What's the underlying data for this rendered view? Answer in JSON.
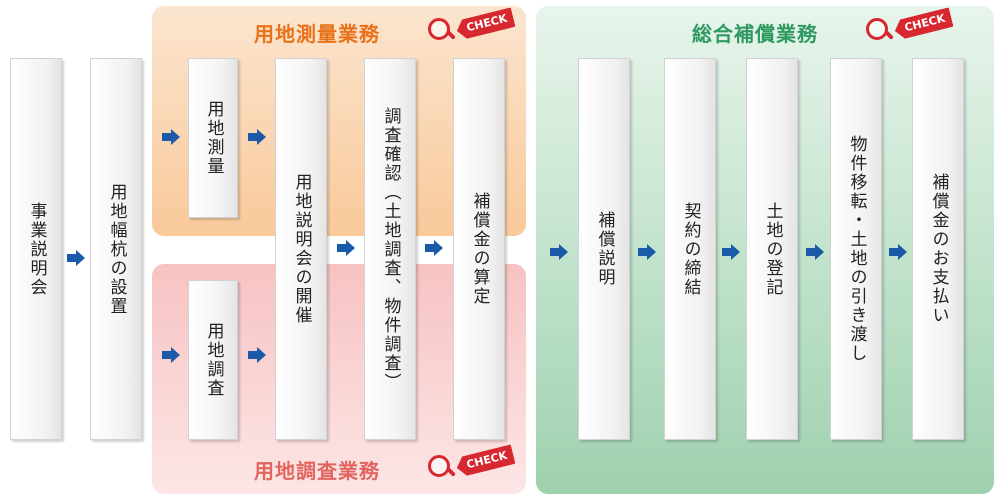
{
  "regions": {
    "survey": {
      "title": "用地測量業務",
      "check": "CHECK"
    },
    "investigation": {
      "title": "用地調査業務",
      "check": "CHECK"
    },
    "compensation": {
      "title": "総合補償業務",
      "check": "CHECK"
    }
  },
  "steps": {
    "briefing": "事業説明会",
    "stakes": "用地幅杭の設置",
    "survey": "用地測量",
    "investigation": "用地調査",
    "explanation_meeting": "用地説明会の開催",
    "confirmation": "調査確認（土地調査、物件調査）",
    "calculation": "補償金の算定",
    "compensation_explanation": "補償説明",
    "contract": "契約の締結",
    "registration": "土地の登記",
    "transfer": "物件移転・土地の引き渡し",
    "payment": "補償金のお支払い"
  },
  "colors": {
    "arrow": "#1b5aa8",
    "survey_title": "#e8711a",
    "investigation_title": "#e2645f",
    "compensation_title": "#2e9a62",
    "check_tag": "#d8282f"
  }
}
